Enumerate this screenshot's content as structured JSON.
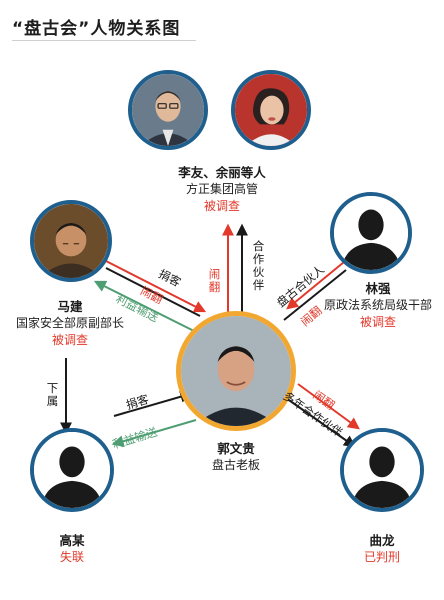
{
  "title": "“盘古会”人物关系图",
  "colors": {
    "avatar_border": "#1f5f8e",
    "center_border": "#f2a830",
    "red": "#e2392b",
    "green": "#4f9e73",
    "black": "#1a1a1a"
  },
  "nodes": {
    "liyou": {
      "name": "李友、余丽等人",
      "role": "方正集团高管",
      "status": "被调查"
    },
    "majian": {
      "name": "马建",
      "role": "国家安全部原副部长",
      "status": "被调查"
    },
    "linqiang": {
      "name": "林强",
      "role": "原政法系统局级干部",
      "status": "被调查"
    },
    "guo": {
      "name": "郭文贵",
      "role": "盘古老板"
    },
    "gao": {
      "name": "高某",
      "status": "失联"
    },
    "qulong": {
      "name": "曲龙",
      "status": "已判刑"
    }
  },
  "edges": {
    "guo_liyou_partner": "合作伙伴",
    "guo_liyou_fallout": "闹翻",
    "majian_guo_bribe": "捐客",
    "majian_guo_fallout": "闹翻",
    "guo_majian_benefit": "利益输送",
    "linqiang_partner": "盘古合伙人",
    "linqiang_fallout": "闹翻",
    "majian_gao_subordinate": "下属",
    "gao_guo_bribe": "捐客",
    "guo_gao_benefit": "利益输送",
    "qulong_partner": "多年合作伙伴",
    "qulong_fallout": "闹翻"
  }
}
